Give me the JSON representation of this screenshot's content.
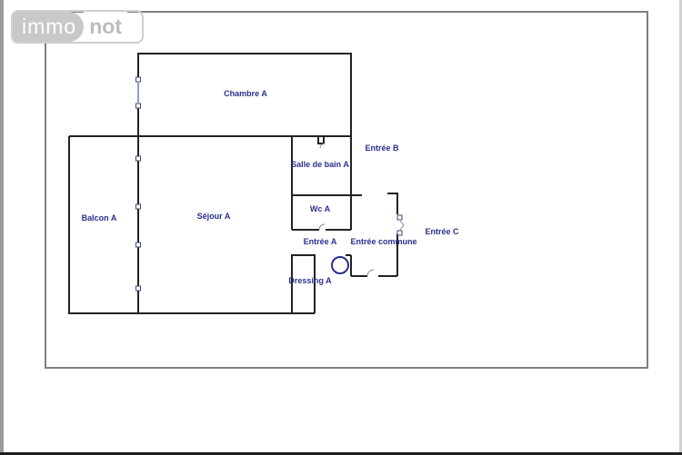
{
  "logo": {
    "part1": "immo",
    "part2": "not"
  },
  "colors": {
    "label": "#2a2f8f",
    "wall": "#222222",
    "frame": "#7f7f7f",
    "logo_gray": "#c8c8c8"
  },
  "rooms": {
    "chambre_a": "Chambre A",
    "entree_b": "Entrée B",
    "salle_de_bain_a": "Salle de bain A",
    "balcon_a": "Balcon A",
    "sejour_a": "Séjour A",
    "wc_a": "Wc A",
    "entree_a": "Entrée A",
    "entree_commune": "Entrée commune",
    "entree_c": "Entrée C",
    "dressing_a": "Dressing A"
  }
}
